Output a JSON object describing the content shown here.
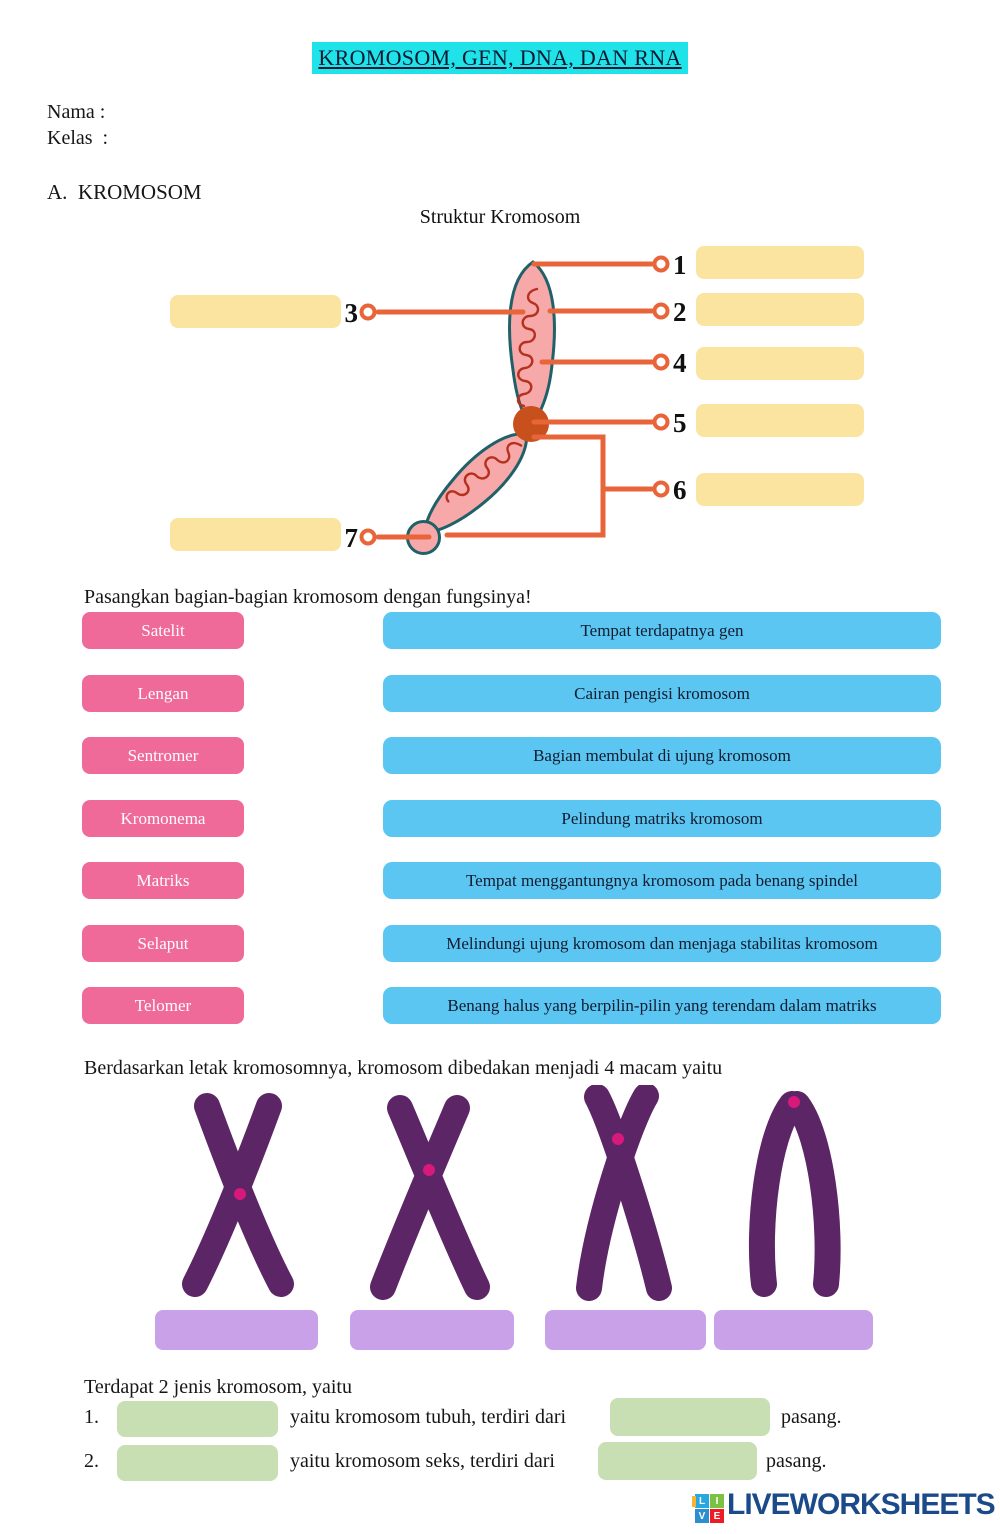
{
  "header": {
    "title": "KROMOSOM, GEN, DNA, DAN RNA",
    "name_label": "Nama :",
    "class_label": "Kelas  :",
    "section": "A.  KROMOSOM"
  },
  "diagram": {
    "title": "Struktur Kromosom",
    "labels": [
      "1",
      "2",
      "3",
      "4",
      "5",
      "6",
      "7"
    ]
  },
  "matching": {
    "heading": "Pasangkan bagian-bagian kromosom dengan fungsinya!",
    "parts": [
      "Satelit",
      "Lengan",
      "Sentromer",
      "Kromonema",
      "Matriks",
      "Selaput",
      "Telomer"
    ],
    "functions": [
      "Tempat terdapatnya gen",
      "Cairan pengisi kromosom",
      "Bagian membulat di ujung kromosom",
      "Pelindung matriks kromosom",
      "Tempat menggantungnya kromosom pada benang spindel",
      "Melindungi ujung kromosom dan menjaga stabilitas kromosom",
      "Benang halus yang berpilin-pilin yang terendam dalam matriks"
    ]
  },
  "classification": {
    "heading": "Berdasarkan letak kromosomnya, kromosom dibedakan menjadi 4 macam yaitu"
  },
  "kinds": {
    "heading": "Terdapat 2 jenis kromosom, yaitu",
    "items": [
      {
        "num": "1.",
        "middle": "yaitu kromosom tubuh, terdiri dari",
        "tail": "pasang."
      },
      {
        "num": "2.",
        "middle": "yaitu kromosom seks, terdiri dari",
        "tail": "pasang."
      }
    ]
  },
  "footer": {
    "brand": "LIVEWORKSHEETS",
    "icon_letters": [
      "L",
      "I",
      "V",
      "E"
    ]
  },
  "colors": {
    "highlight_cyan": "#1FE3E9",
    "answer_yellow": "#FBE4A0",
    "part_pink": "#EF6A98",
    "function_blue": "#5BC6F2",
    "answer_purple": "#C9A1E9",
    "answer_green": "#C8DFB3",
    "line_orange": "#E8653A",
    "centromere_rust": "#C8501D",
    "arm_pink": "#F7A8A8",
    "arm_outline_teal": "#1F6069",
    "chromonema_red": "#B5311F",
    "chromosome_purple": "#5C2565",
    "brand_navy": "#1B4A8A"
  }
}
